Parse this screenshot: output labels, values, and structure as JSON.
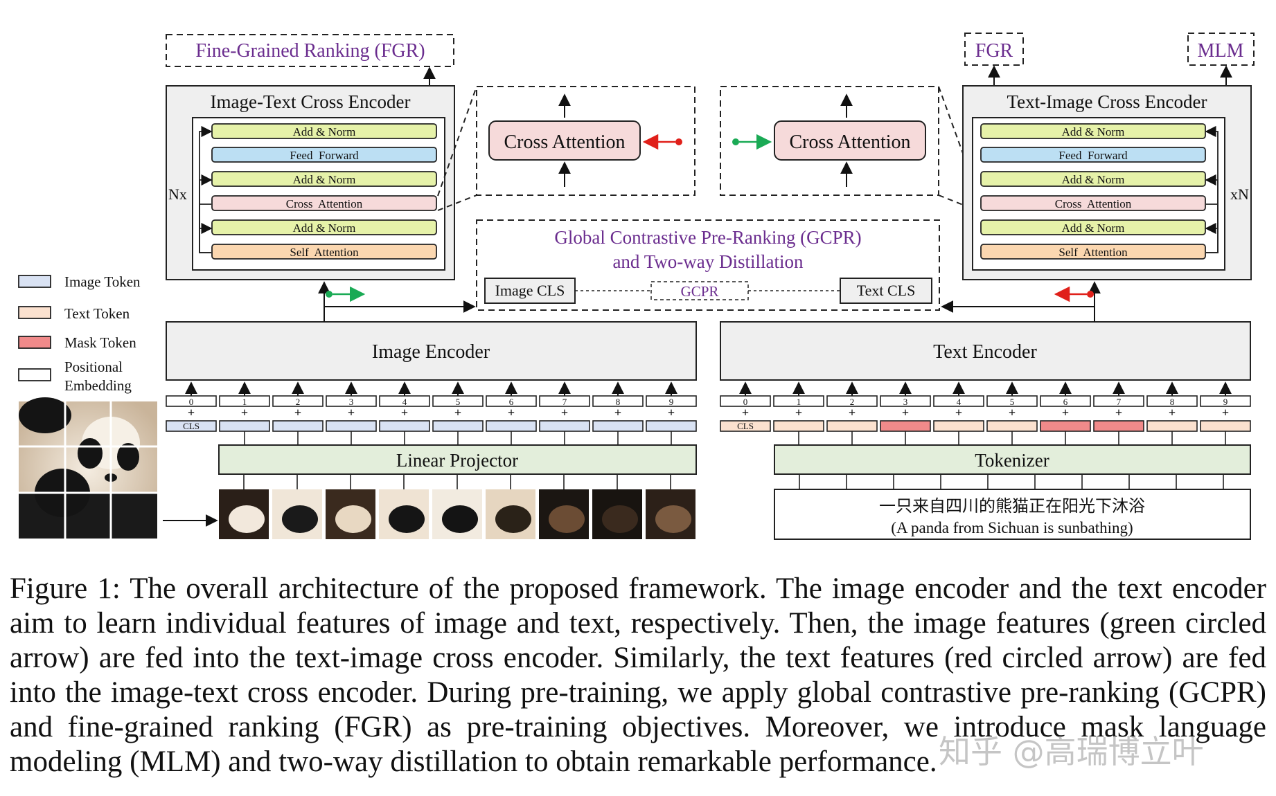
{
  "colors": {
    "purple": "#6a2c8e",
    "add_norm": "#e6f2a9",
    "feed_forward": "#bcdff3",
    "cross_attention": "#f6dada",
    "self_attention": "#fbd7b0",
    "projector": "#e3eedb",
    "encoder": "#efefef",
    "image_token": "#d9e2f3",
    "text_token": "#fbe1cf",
    "mask_token": "#f08a8a",
    "green_arrow": "#1aaa55",
    "red_arrow": "#e0201a"
  },
  "top_labels": {
    "fgr_left": "Fine-Grained Ranking (FGR)",
    "fgr_right": "FGR",
    "mlm": "MLM"
  },
  "left_cross_encoder": {
    "title": "Image-Text Cross Encoder",
    "repeat": "Nx",
    "layers": [
      "Add & Norm",
      "Feed  Forward",
      "Add & Norm",
      "Cross  Attention",
      "Add & Norm",
      "Self  Attention"
    ]
  },
  "right_cross_encoder": {
    "title": "Text-Image Cross Encoder",
    "repeat": "xN",
    "layers": [
      "Add & Norm",
      "Feed  Forward",
      "Add & Norm",
      "Cross  Attention",
      "Add & Norm",
      "Self  Attention"
    ]
  },
  "zoom_left": {
    "label": "Cross Attention"
  },
  "zoom_right": {
    "label": "Cross Attention"
  },
  "gcpr": {
    "title_line1": "Global Contrastive Pre-Ranking (GCPR)",
    "title_line2": "and Two-way Distillation",
    "image_cls": "Image CLS",
    "middle": "GCPR",
    "text_cls": "Text CLS"
  },
  "legend": {
    "image_token": "Image Token",
    "text_token": "Text Token",
    "mask_token": "Mask Token",
    "pos_line1": "Positional",
    "pos_line2": "Embedding"
  },
  "image_encoder": {
    "title": "Image Encoder",
    "positions": [
      "0",
      "1",
      "2",
      "3",
      "4",
      "5",
      "6",
      "7",
      "8",
      "9"
    ],
    "cls": "CLS",
    "projector": "Linear Projector"
  },
  "text_encoder": {
    "title": "Text Encoder",
    "positions": [
      "0",
      "1",
      "2",
      "3",
      "4",
      "5",
      "6",
      "7",
      "8",
      "9"
    ],
    "cls": "CLS",
    "token_types": [
      "cls",
      "text",
      "text",
      "mask",
      "text",
      "text",
      "mask",
      "mask",
      "text",
      "text"
    ],
    "tokenizer": "Tokenizer",
    "input_zh": "一只来自四川的熊猫正在阳光下沐浴",
    "input_en": "(A panda from Sichuan is sunbathing)"
  },
  "plus_sign": "+",
  "caption": "Figure 1: The overall architecture of the proposed framework. The image encoder and the text encoder aim to learn individual features of image and text, respectively. Then, the image features (green circled arrow) are fed into the text-image cross encoder. Similarly, the text features (red circled arrow) are fed into the image-text cross encoder. During pre-training, we apply global contrastive pre-ranking (GCPR) and fine-grained ranking (FGR) as pre-training objectives. Moreover, we introduce mask language modeling (MLM) and two-way distillation to obtain remarkable performance.",
  "watermark": "知乎 @高瑞博立叶"
}
